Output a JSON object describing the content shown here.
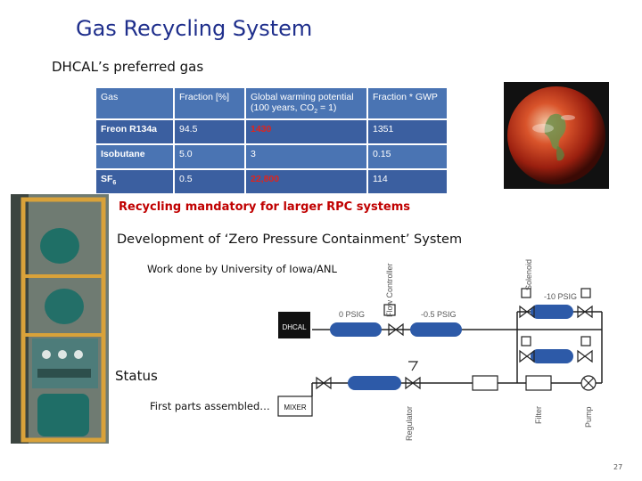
{
  "slide": {
    "title": "Gas Recycling System",
    "subtitle": "DHCAL’s preferred gas",
    "recycling_note": "Recycling mandatory for larger RPC systems",
    "development": "Development of ‘Zero Pressure Containment’ System",
    "work_done": "Work done by University of Iowa/ANL",
    "status": "Status",
    "first_parts": "First parts assembled…",
    "page_number": "27"
  },
  "table": {
    "headers": [
      "Gas",
      "Fraction [%]",
      "Global warming potential (100 years, CO2 = 1)",
      "Fraction * GWP"
    ],
    "header_gwp_line1": "Global warming potential",
    "header_gwp_line2": "(100 years, CO",
    "header_gwp_sub": "2",
    "header_gwp_line3": " = 1)",
    "rows": [
      {
        "gas": "Freon R134a",
        "fraction": "94.5",
        "gwp": "1430",
        "fraction_gwp": "1351"
      },
      {
        "gas": "Isobutane",
        "fraction": "5.0",
        "gwp": "3",
        "fraction_gwp": "0.15"
      },
      {
        "gas": "SF",
        "gas_sub": "6",
        "fraction": "0.5",
        "gwp": "22,800",
        "fraction_gwp": "114"
      }
    ]
  },
  "diagram": {
    "flow_controller": "Flow Controller",
    "solenoid": "Solenoid",
    "minus10": "-10 PSIG",
    "zero_psig": "0 PSIG",
    "minus05": "-0.5 PSIG",
    "dhcal": "DHCAL",
    "mixer": "MIXER",
    "regulator": "Regulator",
    "filter": "Filter",
    "pump": "Pump"
  },
  "colors": {
    "title": "#1f2f8c",
    "table_header": "#4a74b3",
    "table_row_dark": "#3b5fa0",
    "highlight_red": "#e0241c",
    "recycle_red": "#c00000"
  }
}
